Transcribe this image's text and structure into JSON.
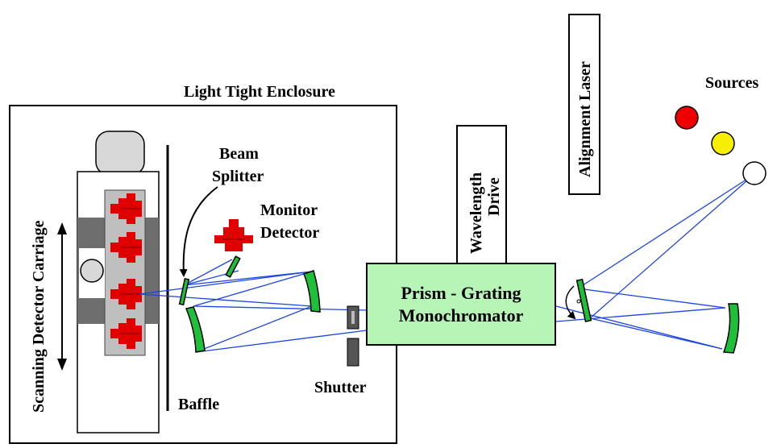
{
  "labels": {
    "enclosure": "Light Tight Enclosure",
    "carriage": "Scanning Detector Carriage",
    "beam_splitter_line1": "Beam",
    "beam_splitter_line2": "Splitter",
    "monitor_line1": "Monitor",
    "monitor_line2": "Detector",
    "baffle": "Baffle",
    "shutter": "Shutter",
    "wavelength_line1": "Wavelength",
    "wavelength_line2": "Drive",
    "mono_line1": "Prism - Grating",
    "mono_line2": "Monochromator",
    "alignment_laser": "Alignment Laser",
    "sources": "Sources"
  },
  "colors": {
    "beam": "#1d44e0",
    "mirror": "#1fbf3a",
    "monochromator": "#b6f5b6",
    "detector": "#e00000",
    "carriage_inner": "#bfbfbf",
    "carriage_outer": "#6e6e6e",
    "source_red": "#ee0000",
    "source_yellow": "#f6f000",
    "source_white": "#ffffff"
  },
  "icons": [
    "detector-icon",
    "mirror-icon",
    "shutter-icon",
    "source-icon",
    "arrow-icon"
  ]
}
